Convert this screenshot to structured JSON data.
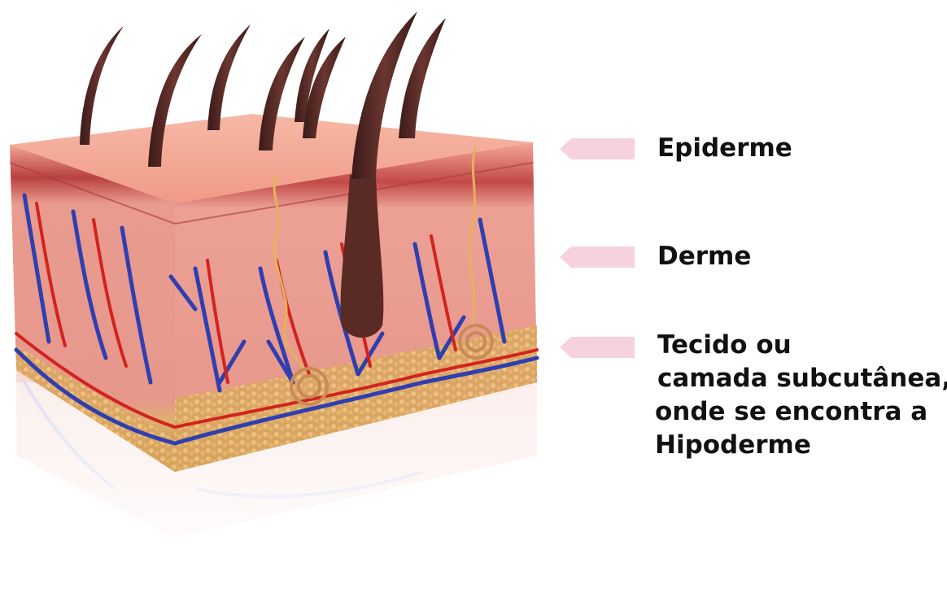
{
  "colors": {
    "arrow": "#f6d3dc",
    "epidermis": "#f2a08f",
    "dermis": "#eda196",
    "subcutis": "#d9a86a",
    "artery": "#d2231e",
    "vein": "#2f3fb0",
    "nerve": "#e4b25c",
    "hair": "#4a2320",
    "label_text": "#111111"
  },
  "labels": {
    "epiderme": "Epiderme",
    "derme": "Derme",
    "tecido": {
      "line1": "Tecido ou",
      "line2": "camada subcutânea,",
      "line3": "onde se encontra a",
      "line4": "Hipoderme"
    }
  },
  "icons": {
    "arrow": "left-arrow-icon"
  }
}
